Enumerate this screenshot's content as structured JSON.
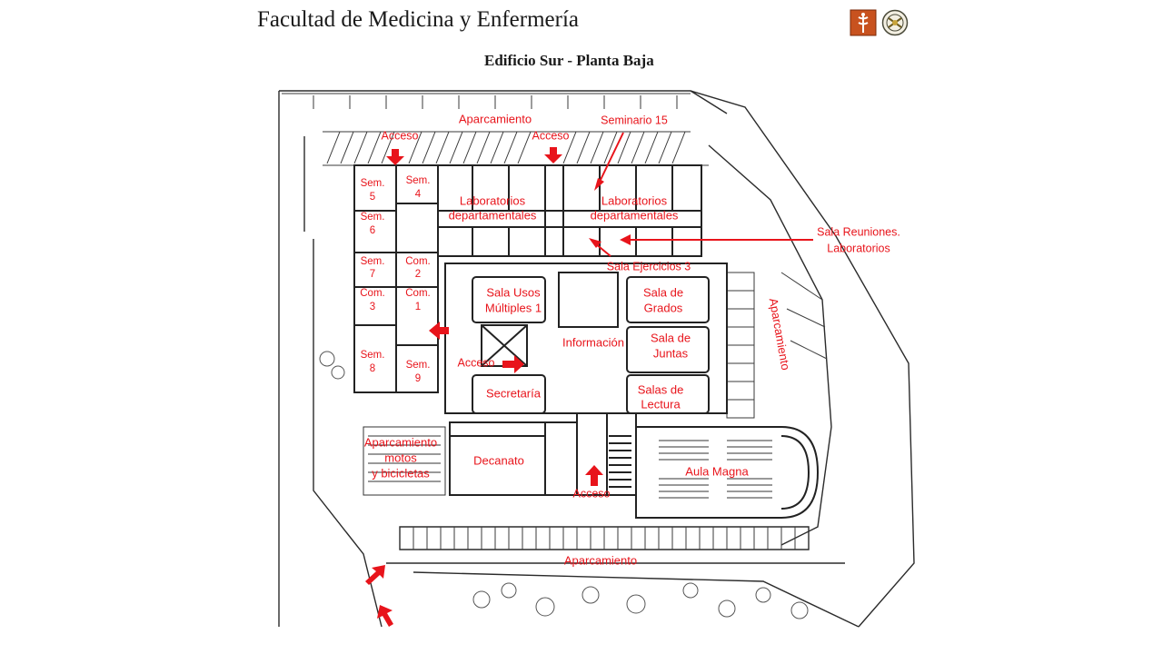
{
  "header": {
    "title": "Facultad de Medicina y Enfermería",
    "subtitle": "Edificio Sur - Planta Baja"
  },
  "logos": [
    {
      "name": "medicina-logo",
      "accent": "#c8521f"
    },
    {
      "name": "university-seal",
      "accent": "#7a6a3a"
    }
  ],
  "labels": {
    "aparcamiento_top": "Aparcamiento",
    "acceso_left": "Acceso",
    "acceso_mid": "Acceso",
    "seminario_15": "Seminario 15",
    "sem_5": [
      "Sem.",
      "5"
    ],
    "sem_4": [
      "Sem.",
      "4"
    ],
    "sem_6": [
      "Sem.",
      "6"
    ],
    "lab_left": [
      "Laboratorios",
      "departamentales"
    ],
    "lab_right": [
      "Laboratorios",
      "departamentales"
    ],
    "sala_reuniones": [
      "Sala Reuniones.",
      "Laboratorios"
    ],
    "sala_ejercicios": "Sala Ejercicios 3",
    "sem_7": [
      "Sem.",
      "7"
    ],
    "com_2": [
      "Com.",
      "2"
    ],
    "com_3": [
      "Com.",
      "3"
    ],
    "com_1": [
      "Com.",
      "1"
    ],
    "sala_usos": [
      "Sala Usos",
      "Múltiples 1"
    ],
    "sala_grados": [
      "Sala de",
      "Grados"
    ],
    "informacion": "Información",
    "sala_juntas": [
      "Sala de",
      "Juntas"
    ],
    "sem_8": [
      "Sem.",
      "8"
    ],
    "sem_9": [
      "Sem.",
      "9"
    ],
    "acceso_center": "Acceso",
    "secretaria": "Secretaría",
    "salas_lectura": [
      "Salas de",
      "Lectura"
    ],
    "aparcamiento_right": "Aparcamiento",
    "aparcamiento_motos": [
      "Aparcamiento",
      "motos",
      "y bicicletas"
    ],
    "decanato": "Decanato",
    "aula_magna": "Aula Magna",
    "acceso_bottom": "Acceso",
    "aparcamiento_bottom": "Aparcamiento"
  },
  "colors": {
    "label_red": "#e8141b",
    "line_gray": "#2b2b2b"
  }
}
